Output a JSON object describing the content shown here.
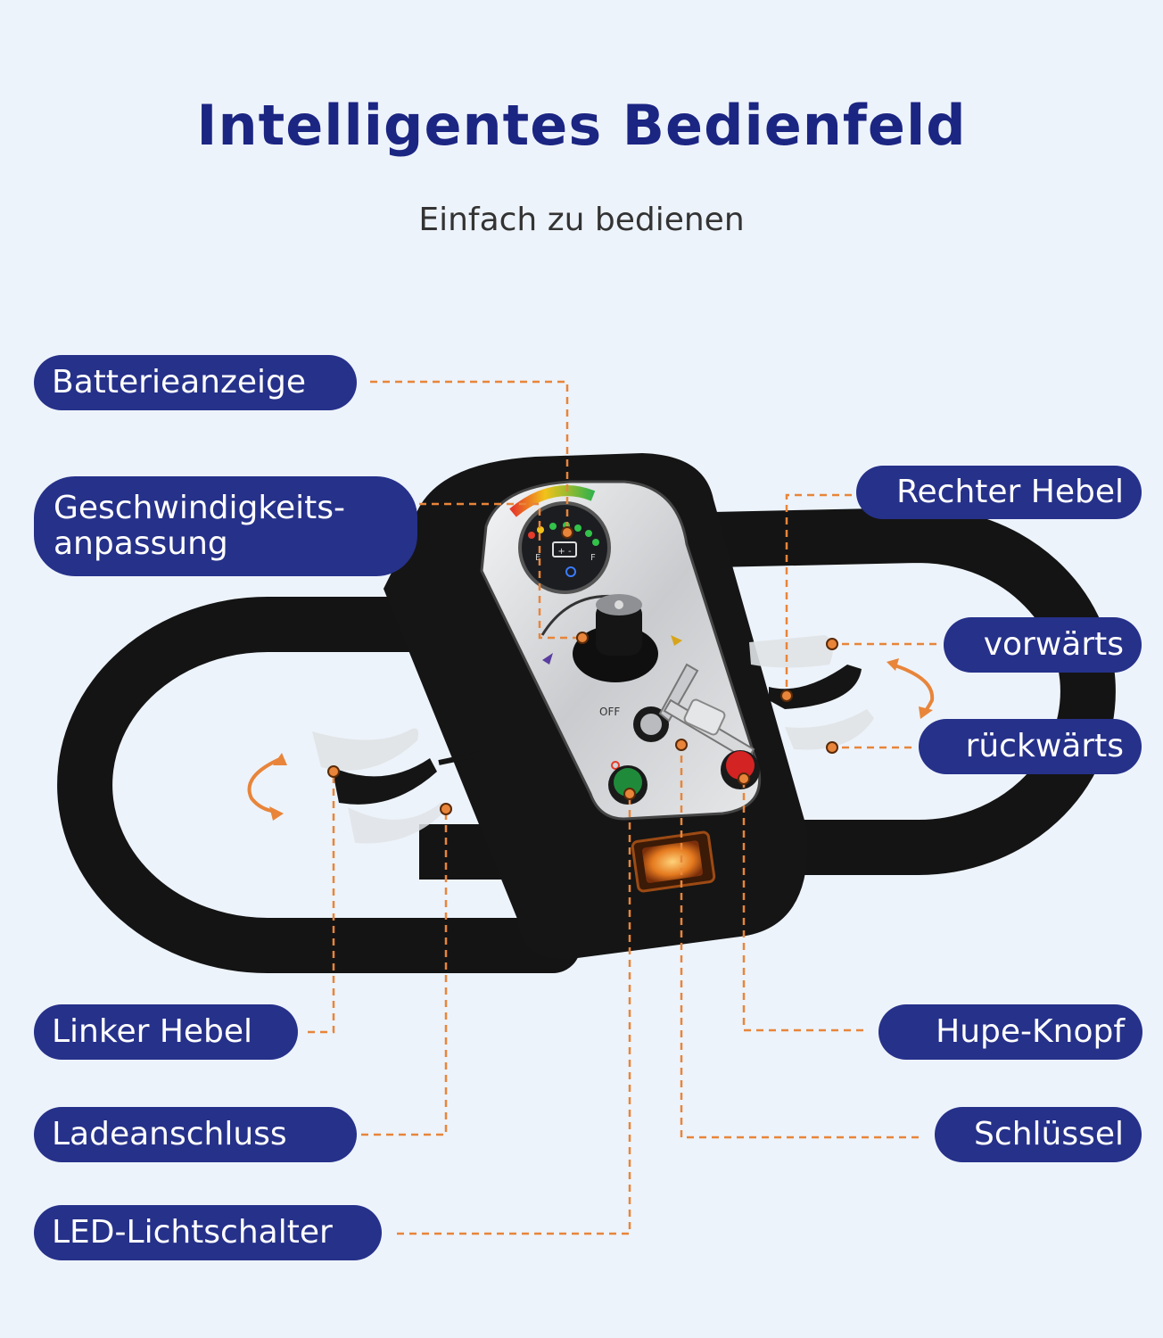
{
  "header": {
    "title": "Intelligentes Bedienfeld",
    "subtitle": "Einfach zu bedienen"
  },
  "labels": {
    "battery": "Batterieanzeige",
    "speed_line1": "Geschwindigkeits-",
    "speed_line2": "anpassung",
    "right_lever": "Rechter Hebel",
    "forward": "vorwärts",
    "backward": "rückwärts",
    "left_lever": "Linker Hebel",
    "charge_port": "Ladeanschluss",
    "led_switch": "LED-Lichtschalter",
    "horn_button": "Hupe-Knopf",
    "key": "Schlüssel"
  },
  "panel": {
    "battery_symbol": "+ -",
    "battery_empty": "E",
    "battery_full": "F",
    "off_label": "OFF"
  },
  "colors": {
    "label_bg": "#26318a",
    "title": "#1b2582",
    "leader": "#e8853a",
    "background": "#edf3fb"
  }
}
